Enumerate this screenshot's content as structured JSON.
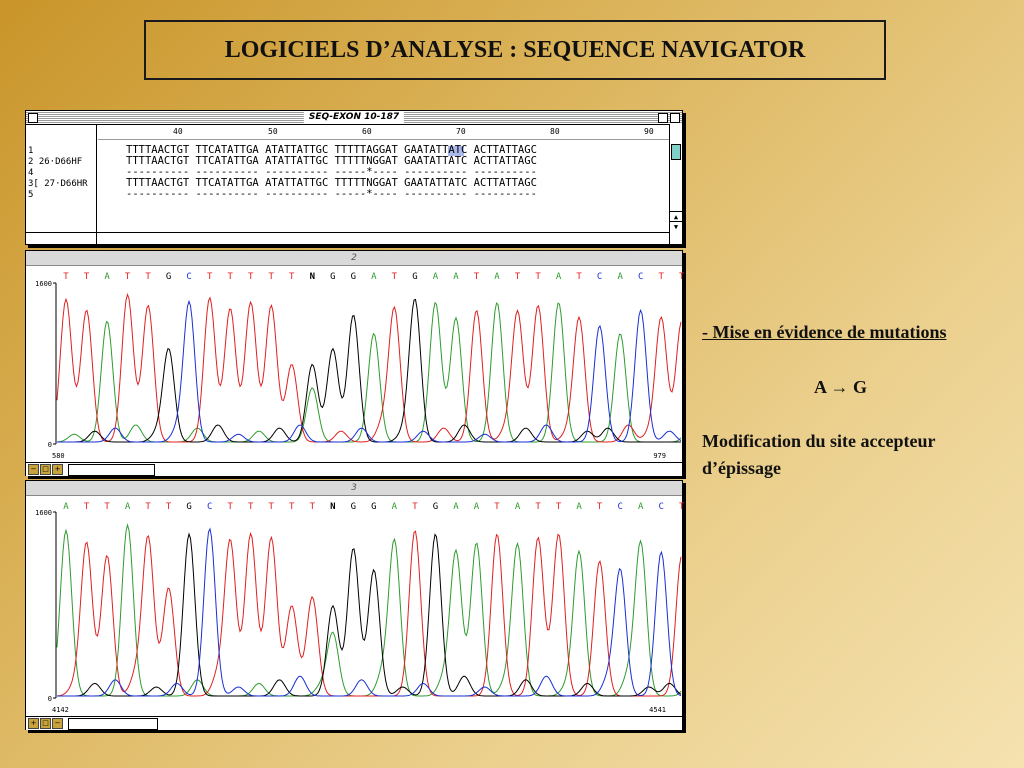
{
  "slide": {
    "title": "LOGICIELS D’ANALYSE : SEQUENCE NAVIGATOR",
    "bullet": "- Mise en évidence de mutations",
    "mutation": "A → G",
    "note_line1": "Modification du site accepteur",
    "note_line2": "d’épissage"
  },
  "alignment_window": {
    "title": "SEQ-EXON 10-187",
    "ruler": [
      "40",
      "50",
      "60",
      "70",
      "80",
      "90"
    ],
    "rows": [
      {
        "label": "1",
        "seq": "TTTTAACTGT TTCATATTGA ATATTATTGC TTTTTAGGAT GAATATTATC ACTTATTAGC"
      },
      {
        "label": "2 26·D66HF",
        "seq": "TTTTAACTGT TTCATATTGA ATATTATTGC TTTTTNGGAT GAATATTATC ACTTATTAGC"
      },
      {
        "label": "4",
        "seq": "---------- ---------- ---------- -----*---- ---------- ----------"
      },
      {
        "label": "3[ 27·D66HR",
        "seq": "TTTTAACTGT TTCATATTGA ATATTATTGC TTTTTNGGAT GAATATTATC ACTTATTAGC"
      },
      {
        "label": "5",
        "seq": "---------- ---------- ---------- -----*---- ---------- ----------"
      }
    ]
  },
  "trace1": {
    "title": "2",
    "bases": "TTATTGCTTTTTNGGATGAATATTATCACTT",
    "y_max": "1600",
    "y_min": "0",
    "x_start": "580",
    "x_end": "979"
  },
  "trace2": {
    "title": "3",
    "bases": "ATTATTGCTTTTTNGGATGAATATTATCACT",
    "y_max": "1600",
    "y_min": "0",
    "x_start": "4142",
    "x_end": "4541"
  },
  "colors": {
    "A": "#2e9c2e",
    "T": "#e02020",
    "G": "#000000",
    "C": "#1a2fd6",
    "N": "#000000"
  }
}
